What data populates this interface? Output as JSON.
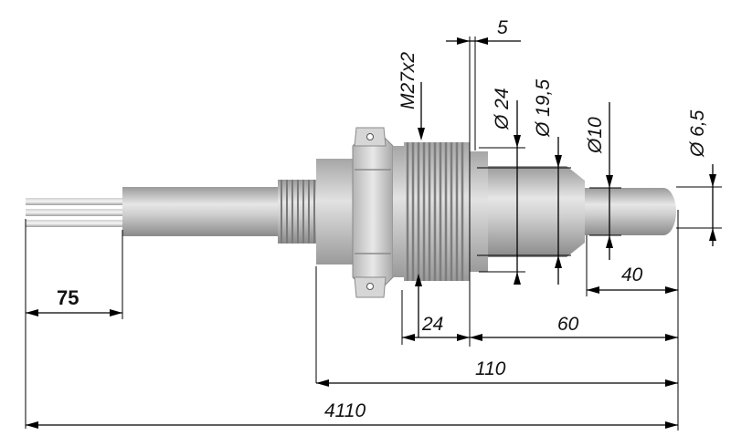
{
  "labels": {
    "thread": "M27x2",
    "gap": "5",
    "dia24": "Ø 24",
    "dia195": "Ø 19,5",
    "dia10": "Ø10",
    "dia65": "Ø 6,5",
    "len75": "75",
    "len24": "24",
    "len40": "40",
    "len60": "60",
    "len110": "110",
    "len4110": "4110"
  },
  "colors": {
    "metal_dark": "#8d8d8d",
    "metal_mid": "#c9c9c9",
    "metal_light": "#efefef",
    "line": "#000000"
  }
}
